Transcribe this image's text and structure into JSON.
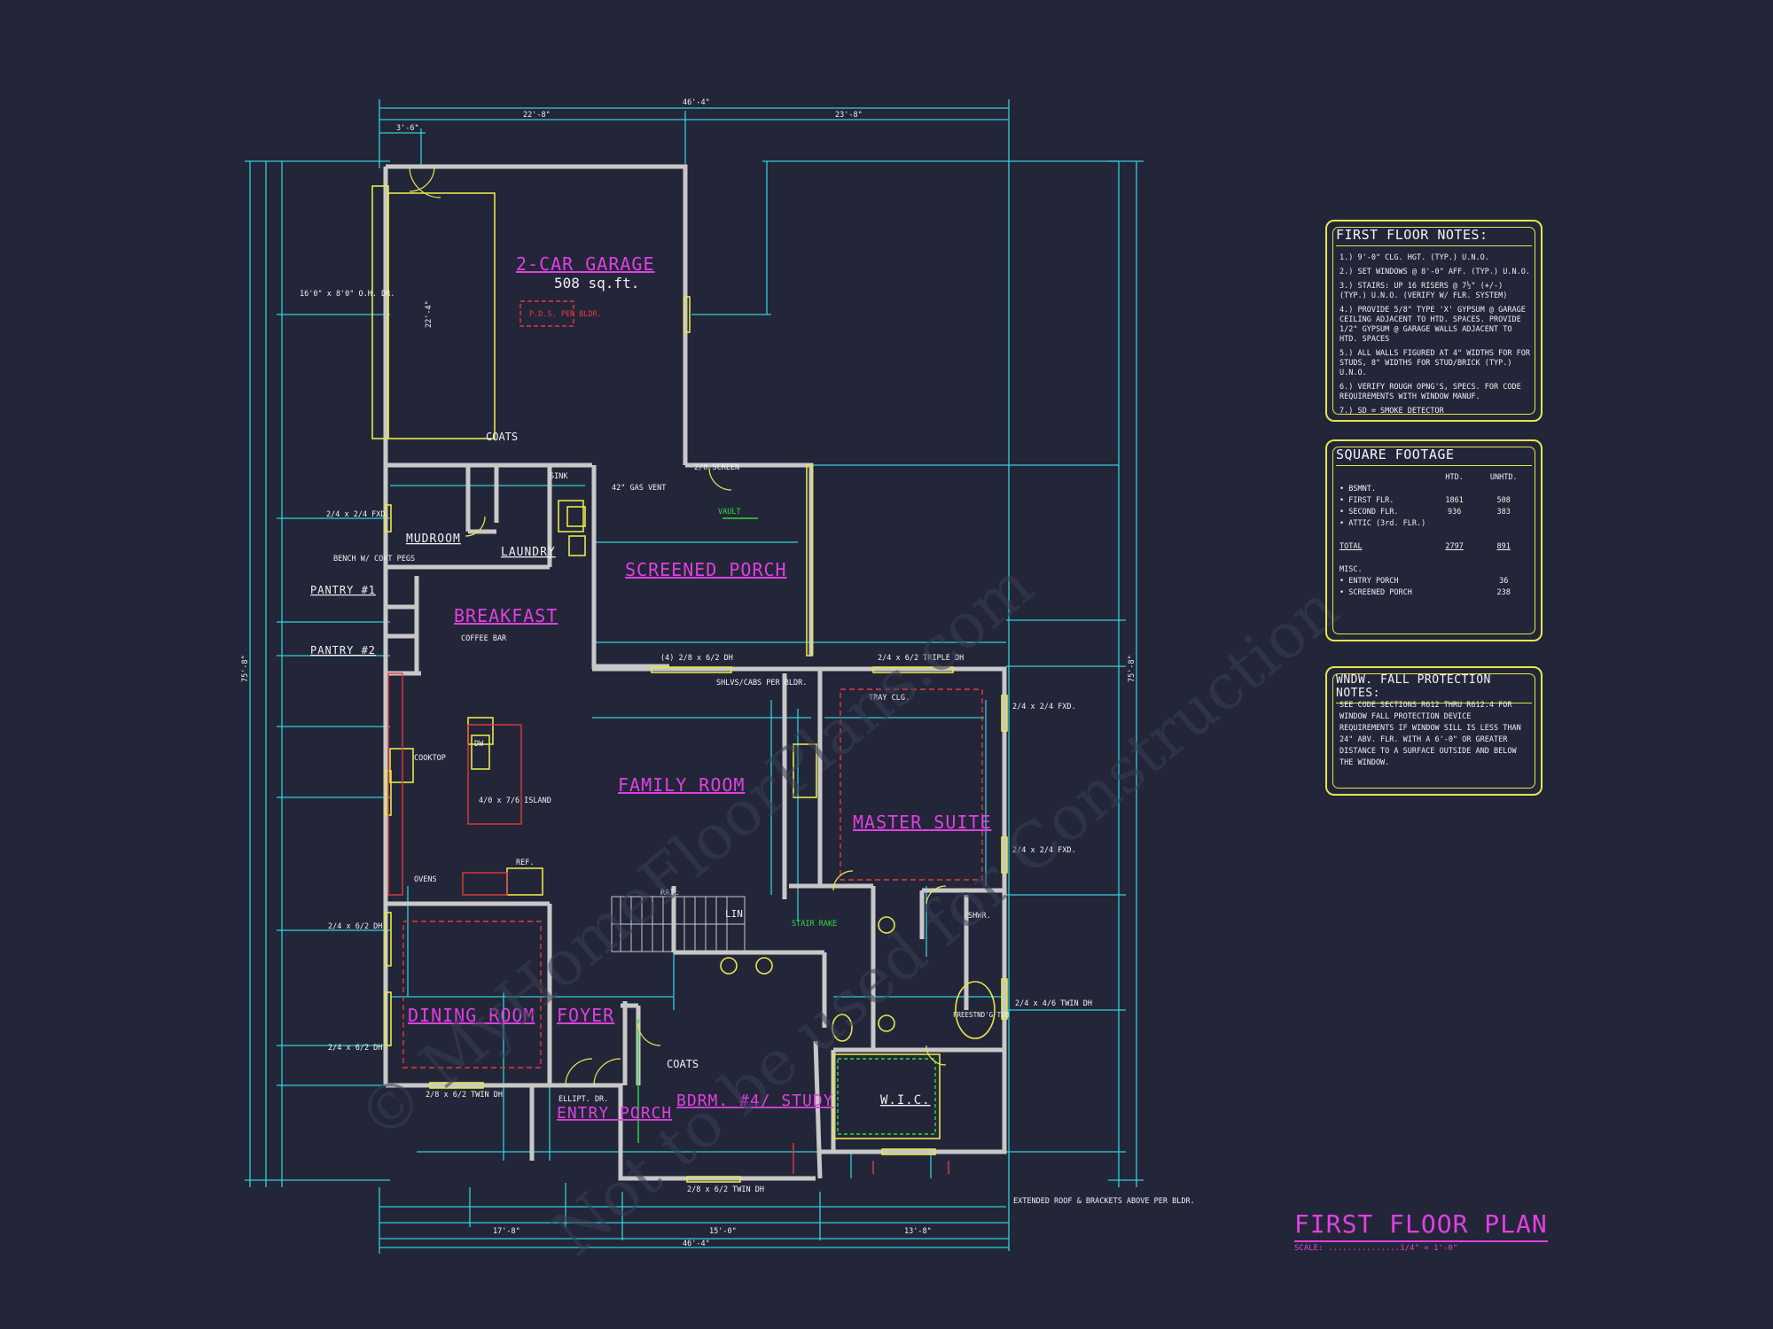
{
  "plan": {
    "rooms": {
      "garage": "2-CAR GARAGE",
      "garage_area": "508 sq.ft.",
      "mudroom": "MUDROOM",
      "laundry": "LAUNDRY",
      "screened_porch": "SCREENED PORCH",
      "breakfast": "BREAKFAST",
      "pantry1": "PANTRY #1",
      "pantry2": "PANTRY #2",
      "family_room": "FAMILY ROOM",
      "master_suite": "MASTER SUITE",
      "dining_room": "DINING ROOM",
      "foyer": "FOYER",
      "entry_porch": "ENTRY PORCH",
      "bdrm4": "BDRM. #4/ STUDY",
      "wic": "W.I.C."
    },
    "labels": {
      "garage_door": "16'0\" x 8'0\" O.H. DR.",
      "pds": "P.D.S. PER BLDR.",
      "coats_upper": "COATS",
      "sink": "SINK",
      "vault": "VAULT",
      "screen": "2/8 SCREEN",
      "triple_dh": "(4) 2/8 x 6/2 DH",
      "twin_triple": "2/4 x 6/2 TRIPLE DH",
      "tray_clg": "TRAY CLG.",
      "coffee_bar": "COFFEE BAR",
      "cooktop": "COOKTOP",
      "dw": "DW",
      "island": "4/0 x 7/6 ISLAND",
      "ovens": "OVENS",
      "ref": "REF.",
      "rail": "RAIL",
      "lin": "LIN",
      "stair_rake": "STAIR RAKE",
      "freestanding_tub": "FREESTND'G TUB",
      "shwr": "SHWR.",
      "coats_lower": "COATS",
      "ellipt": "ELLIPT. DR.",
      "fxd1": "2/4 x 2/4 FXD.",
      "fxd_right1": "2/4 x 2/4 FXD.",
      "fxd_right2": "2/4 x 2/4 FXD.",
      "dh_left1": "2/4 x 6/2 DH",
      "dh_left2": "2/4 x 6/2 DH",
      "twin_dh_right": "2/4 x 4/6 TWIN DH",
      "twin_dh_bottom1": "2/8 x 6/2 TWIN DH",
      "twin_dh_bottom2": "2/8 x 6/2 TWIN DH",
      "extended_roof": "EXTENDED ROOF & BRACKETS ABOVE PER BLDR.",
      "bench": "BENCH W/ COAT PEGS",
      "shlvs": "SHLVS/CABS PER BLDR.",
      "gas_vent": "42\" GAS VENT"
    },
    "dimensions": {
      "overall_top": "46'-4\"",
      "top_left": "22'-8\"",
      "top_right": "23'-8\"",
      "top_small": "3'-6\"",
      "overall_bottom": "46'-4\"",
      "bottom_a": "17'-8\"",
      "bottom_b": "15'-0\"",
      "bottom_c": "13'-8\"",
      "left_overall": "75'-8\"",
      "right_overall": "75'-8\"",
      "garage_depth": "22'-4\""
    }
  },
  "panels": {
    "first_floor_notes": {
      "title": "FIRST FLOOR NOTES:",
      "items": [
        "1.) 9'-0\" CLG. HGT. (TYP.) U.N.O.",
        "2.) SET WINDOWS @ 8'-0\" AFF. (TYP.) U.N.O.",
        "3.) STAIRS: UP 16 RISERS @ 7½\" (+/-) (TYP.) U.N.O. (VERIFY W/ FLR. SYSTEM)",
        "4.) PROVIDE 5/8\" TYPE 'X' GYPSUM @ GARAGE CEILING ADJACENT TO HTD. SPACES. PROVIDE 1/2\" GYPSUM @ GARAGE WALLS ADJACENT TO HTD. SPACES",
        "5.) ALL WALLS FIGURED AT 4\" WIDTHS FOR FOR STUDS, 8\" WIDTHS FOR STUD/BRICK (TYP.) U.N.O.",
        "6.) VERIFY ROUGH OPNG'S, SPECS. FOR CODE REQUIREMENTS WITH WINDOW MANUF.",
        "7.) SD = SMOKE DETECTOR"
      ]
    },
    "square_footage": {
      "title": "SQUARE FOOTAGE",
      "col_htd": "HTD.",
      "col_unhtd": "UNHTD.",
      "rows": [
        {
          "label": "• BSMNT.",
          "htd": "",
          "unhtd": ""
        },
        {
          "label": "• FIRST FLR.",
          "htd": "1861",
          "unhtd": "508"
        },
        {
          "label": "• SECOND FLR.",
          "htd": "936",
          "unhtd": "383"
        },
        {
          "label": "• ATTIC (3rd. FLR.)",
          "htd": "",
          "unhtd": ""
        },
        {
          "label": "",
          "htd": "",
          "unhtd": ""
        },
        {
          "label": "TOTAL",
          "htd": "2797",
          "unhtd": "891"
        },
        {
          "label": "",
          "htd": "",
          "unhtd": ""
        },
        {
          "label": "MISC.",
          "htd": "",
          "unhtd": ""
        },
        {
          "label": "• ENTRY PORCH",
          "htd": "",
          "unhtd": "36"
        },
        {
          "label": "• SCREENED PORCH",
          "htd": "",
          "unhtd": "238"
        }
      ]
    },
    "window_protection": {
      "title": "WNDW. FALL PROTECTION NOTES:",
      "text": "SEE CODE SECTIONS R612 THRU R612.4 FOR WINDOW FALL PROTECTION DEVICE REQUIREMENTS IF WINDOW SILL IS LESS THAN 24\" ABV. FLR. WITH A 6'-0\" OR GREATER DISTANCE TO A SURFACE OUTSIDE AND BELOW THE WINDOW."
    }
  },
  "title_block": {
    "title": "FIRST FLOOR PLAN",
    "scale": "SCALE: ...............1/4\" = 1'-0\""
  },
  "colors": {
    "background": "#232639",
    "walls": "#c8c8c8",
    "dimension": "#2fd0d8",
    "room_label": "#e040e0",
    "accent_yellow": "#e6e64a",
    "red": "#e23a3a",
    "green": "#2fdc3a"
  }
}
